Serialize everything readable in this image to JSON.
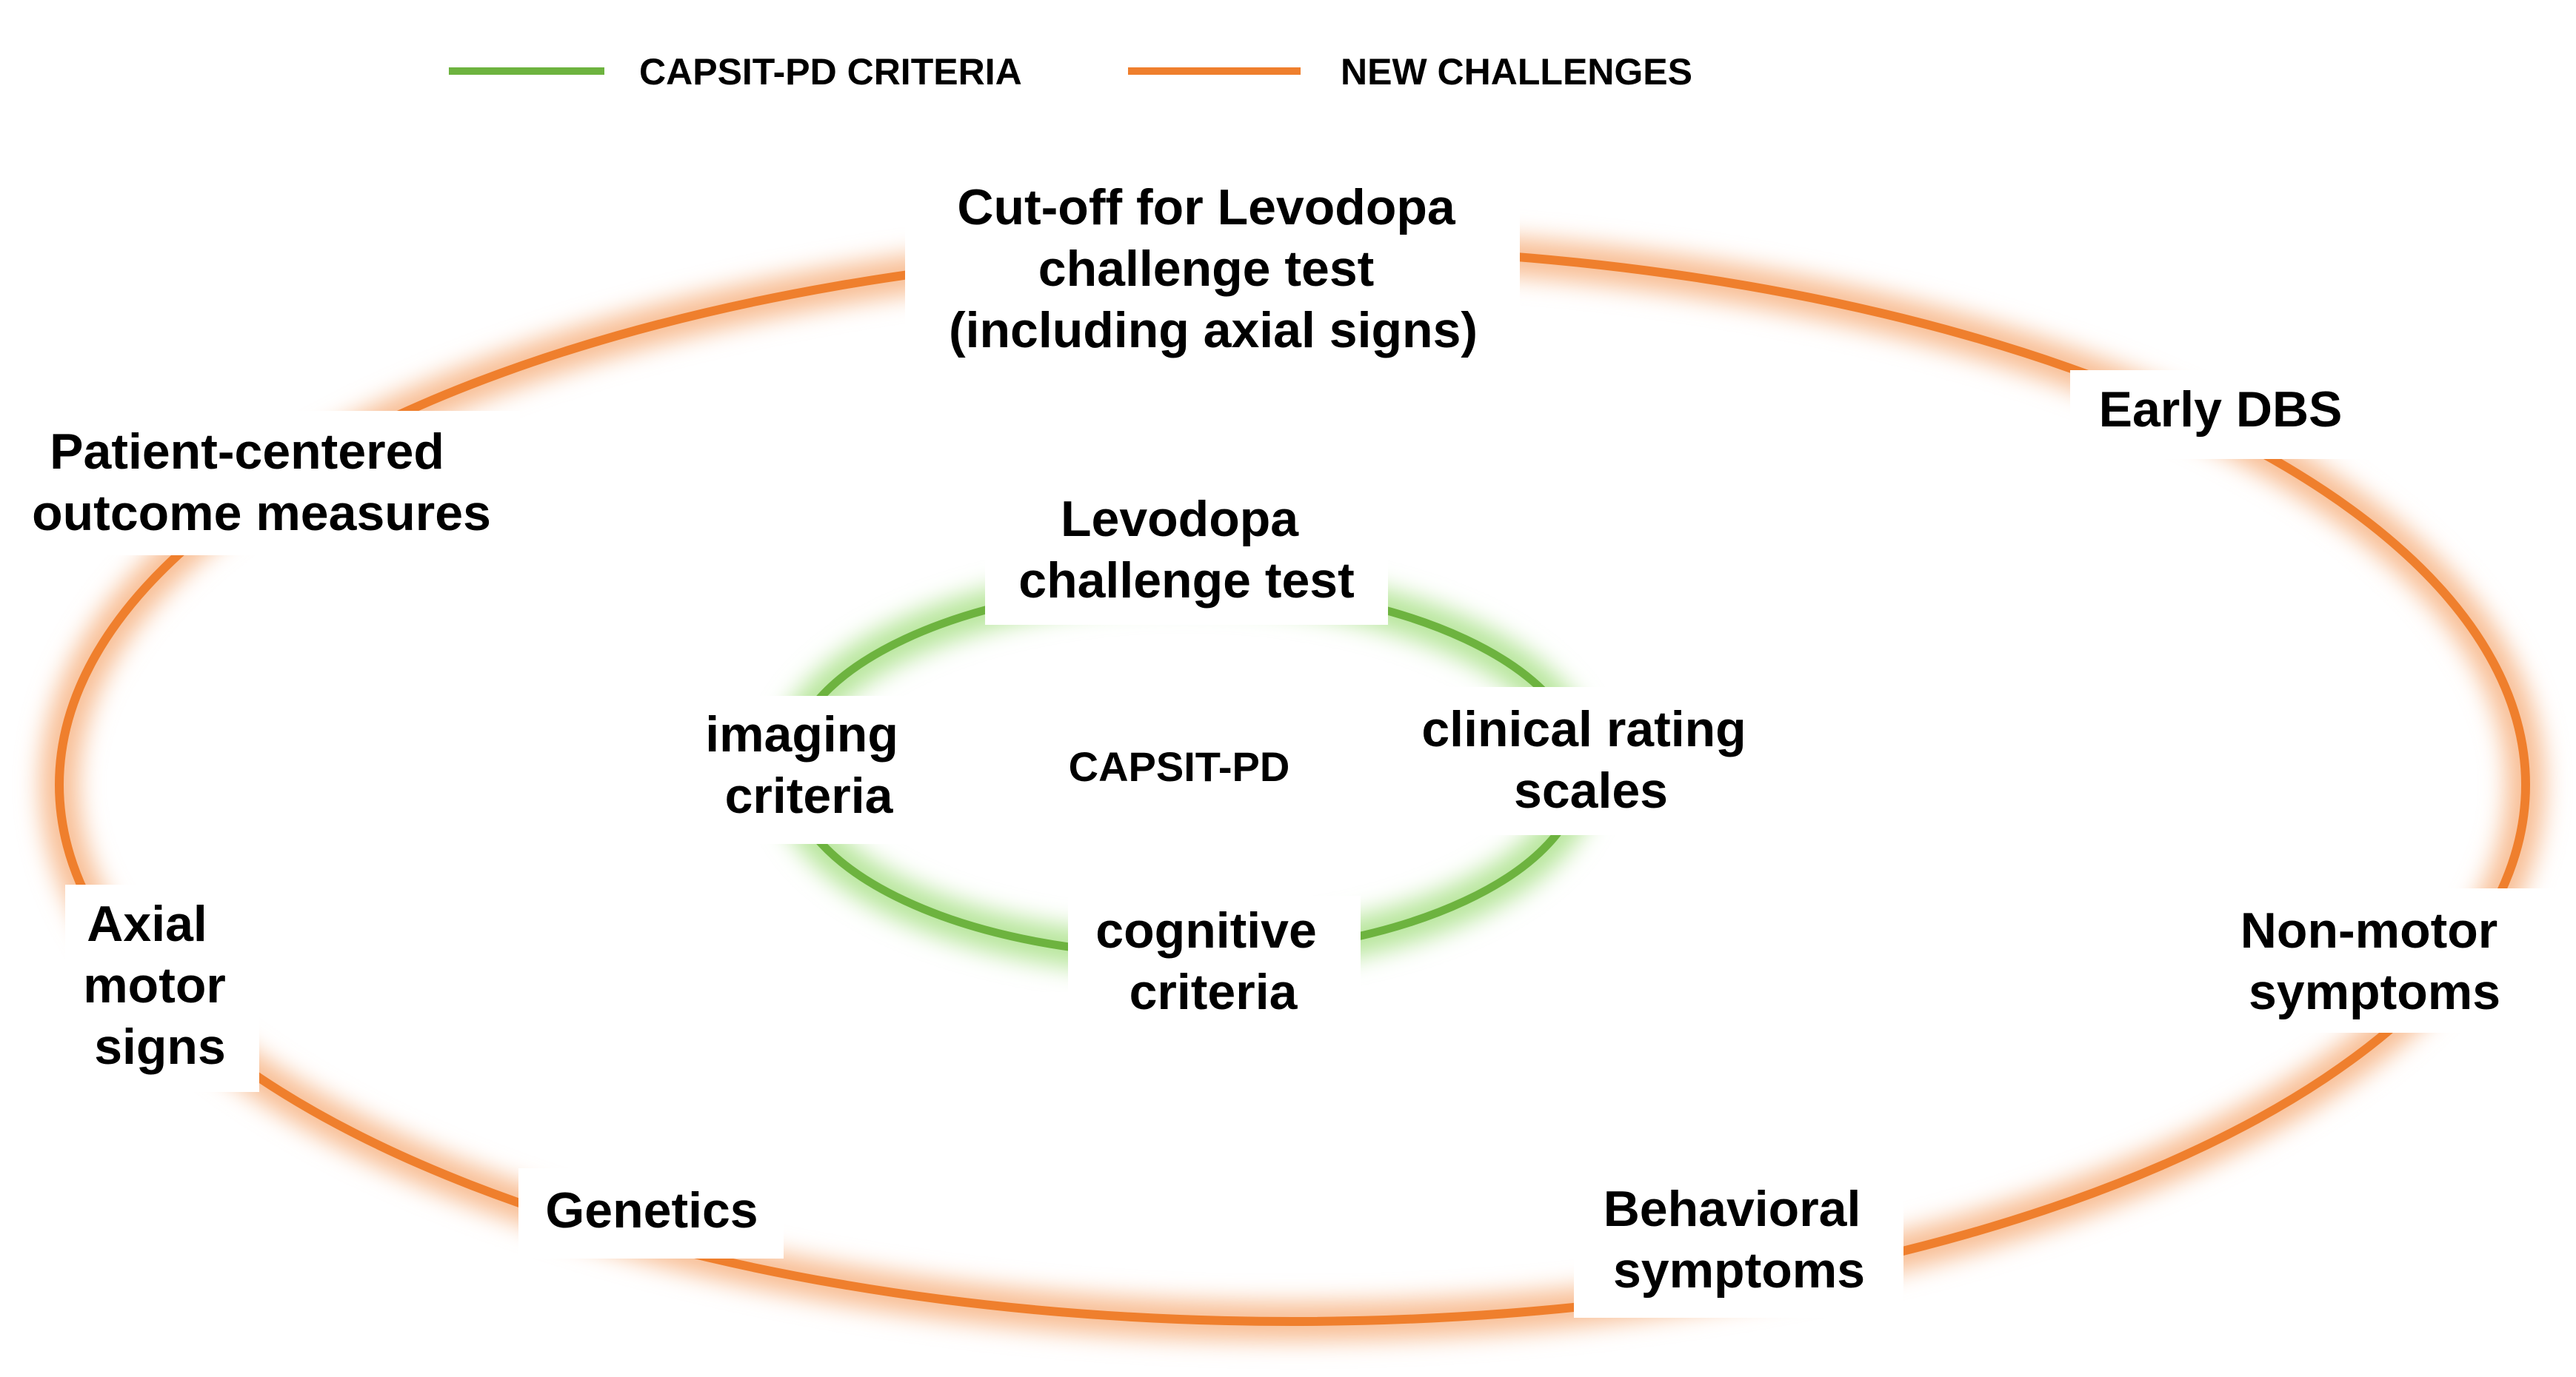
{
  "colors": {
    "capsit_line": "#6db33f",
    "capsit_glow": "#b8e69c",
    "challenges_line": "#ef7f2d",
    "challenges_glow": "#f8be94",
    "text": "#000000",
    "background": "#ffffff"
  },
  "legend": {
    "capsit": "CAPSIT-PD CRITERIA",
    "challenges": "NEW CHALLENGES"
  },
  "center": {
    "label": "CAPSIT-PD"
  },
  "inner_nodes": {
    "levodopa": [
      "Levodopa",
      "challenge test"
    ],
    "imaging": [
      "imaging",
      "criteria"
    ],
    "clinical": [
      "clinical rating",
      "scales"
    ],
    "cognitive": [
      "cognitive",
      "criteria"
    ]
  },
  "outer_nodes": {
    "cutoff": [
      "Cut-off for Levodopa",
      "challenge test",
      "(including axial signs)"
    ],
    "early_dbs": [
      "Early DBS"
    ],
    "patient": [
      "Patient-centered",
      "outcome measures"
    ],
    "axial": [
      "Axial",
      "motor",
      "signs"
    ],
    "genetics": [
      "Genetics"
    ],
    "behavioral": [
      "Behavioral",
      "symptoms"
    ],
    "nonmotor": [
      "Non-motor",
      "symptoms"
    ]
  }
}
